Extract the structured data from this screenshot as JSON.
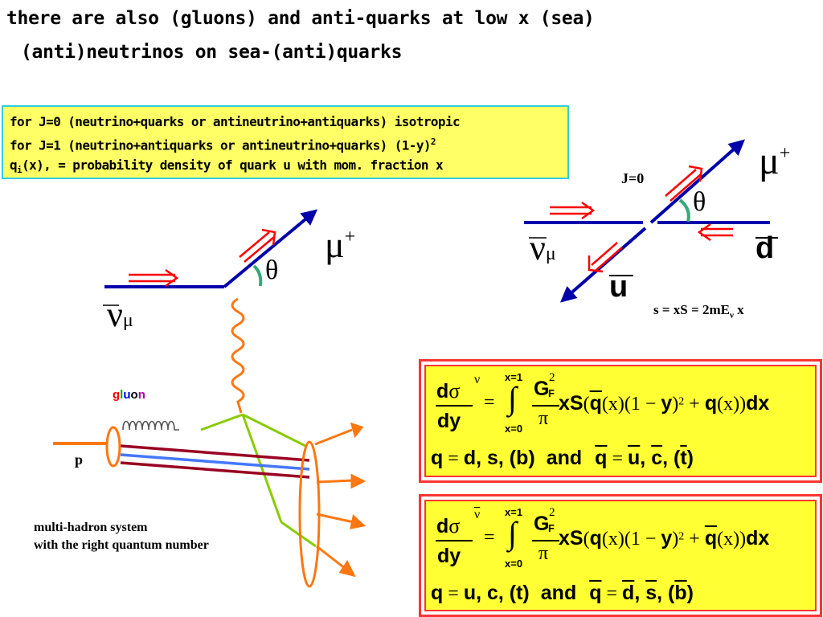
{
  "slide": {
    "title_line1": "there are also (gluons) and anti-quarks at low x (sea)",
    "title_line2": "(anti)neutrinos on sea-(anti)quarks"
  },
  "infobox": {
    "line1": "for J=0 (neutrino+quarks or antineutrino+antiquarks) isotropic",
    "line2_main": "for J=1 (neutrino+antiquarks or antineutrino+quarks) (1-y)",
    "line2_sup": "2",
    "line3_q": "q",
    "line3_sub": "i",
    "line3_rest": "(x), = probability density of quark u with mom. fraction x"
  },
  "left_diagram": {
    "nu_symbol": "ν",
    "nu_sub": "μ",
    "mu_symbol": "μ",
    "mu_sup": "+",
    "theta": "θ",
    "gluon_label": [
      "g",
      "l",
      "u",
      "o",
      "n"
    ],
    "gluon_colors": [
      "#ff0000",
      "#00aa00",
      "#0000ff",
      "#000000",
      "#aa00aa"
    ],
    "proton_label": "p",
    "hadron_line1": "multi-hadron system",
    "hadron_line2": "with the right quantum number"
  },
  "right_diagram": {
    "j_label": "J=0",
    "mu_symbol": "μ",
    "mu_sup": "+",
    "theta": "θ",
    "nu_symbol": "ν",
    "nu_sub": "μ",
    "d_label": "d",
    "u_label": "u",
    "s_eq_main": "s = xS  = 2mE",
    "s_eq_sub": "ν",
    "s_eq_end": " x"
  },
  "formula1": {
    "d": "d",
    "sigma": "σ",
    "sup": "ν",
    "dy": "dy",
    "eq": "=",
    "upper": "x=1",
    "lower": "x=0",
    "G": "G",
    "G_sup": "2",
    "G_sub": "F",
    "pi": "π",
    "body_xS": "xS",
    "p1": "(",
    "q1": "q",
    "x1": "(x)",
    "oneminus": "(1 − ",
    "y": "y",
    "close": ")",
    "sq": "2",
    "plus": " + ",
    "q2": "q",
    "x2": "(x))",
    "dx": "dx",
    "row2_q": "q",
    "row2_eq": " = ",
    "row2_list": "d, s, (b)",
    "row2_and": "and",
    "row2_qbar": "q",
    "row2_eq2": " = ",
    "row2_list2a": "u",
    "row2_list2b": "c",
    "row2_list2c": "t"
  },
  "formula2": {
    "d": "d",
    "sigma": "σ",
    "sup": "ν",
    "dy": "dy",
    "eq": "=",
    "upper": "x=1",
    "lower": "x=0",
    "G": "G",
    "G_sup": "2",
    "G_sub": "F",
    "pi": "π",
    "body_xS": "xS",
    "p1": "(",
    "q1": "q",
    "x1": "(x)",
    "oneminus": "(1 − ",
    "y": "y",
    "close": ")",
    "sq": "2",
    "plus": " + ",
    "q2": "q",
    "x2": "(x))",
    "dx": "dx",
    "row2_q": "q",
    "row2_eq": " = ",
    "row2_list": "u, c, (t)",
    "row2_and": "and",
    "row2_qbar": "q",
    "row2_eq2": " = ",
    "row2_list2a": "d",
    "row2_list2b": "s",
    "row2_list2c": "b"
  }
}
